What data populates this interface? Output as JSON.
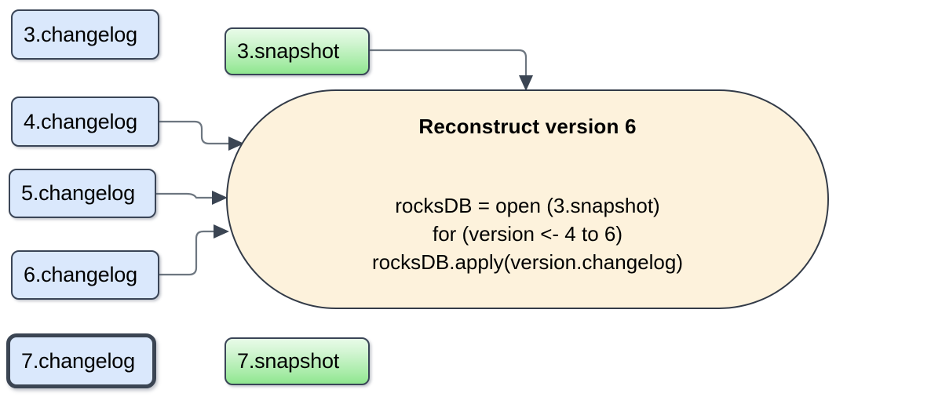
{
  "diagram": {
    "title": "Reconstruct version 6",
    "background_color": "#ffffff",
    "changelog_nodes": [
      {
        "label": "3.changelog",
        "emphasis": "normal"
      },
      {
        "label": "4.changelog",
        "emphasis": "normal"
      },
      {
        "label": "5.changelog",
        "emphasis": "normal"
      },
      {
        "label": "6.changelog",
        "emphasis": "normal"
      },
      {
        "label": "7.changelog",
        "emphasis": "highlighted"
      }
    ],
    "snapshot_nodes": [
      {
        "label": "3.snapshot"
      },
      {
        "label": "7.snapshot"
      }
    ],
    "process": {
      "title": "Reconstruct version 6",
      "code_lines": [
        "rocksDB = open (3.snapshot)",
        "for (version <- 4 to 6)",
        "rocksDB.apply(version.changelog)"
      ]
    },
    "colors": {
      "changelog_fill": "#dae8fc",
      "changelog_stroke": "#3a4557",
      "snapshot_fill_top": "#e8fbe8",
      "snapshot_fill_bottom": "#8fe68f",
      "snapshot_stroke": "#3a4557",
      "process_fill": "#fdf2dc",
      "process_stroke": "#333b48",
      "edge_stroke": "#6d7680",
      "arrow_fill": "#3b4553"
    },
    "edges": [
      {
        "from": "3.snapshot",
        "to": "Reconstruct version 6"
      },
      {
        "from": "4.changelog",
        "to": "Reconstruct version 6"
      },
      {
        "from": "5.changelog",
        "to": "Reconstruct version 6"
      },
      {
        "from": "6.changelog",
        "to": "Reconstruct version 6"
      }
    ]
  }
}
